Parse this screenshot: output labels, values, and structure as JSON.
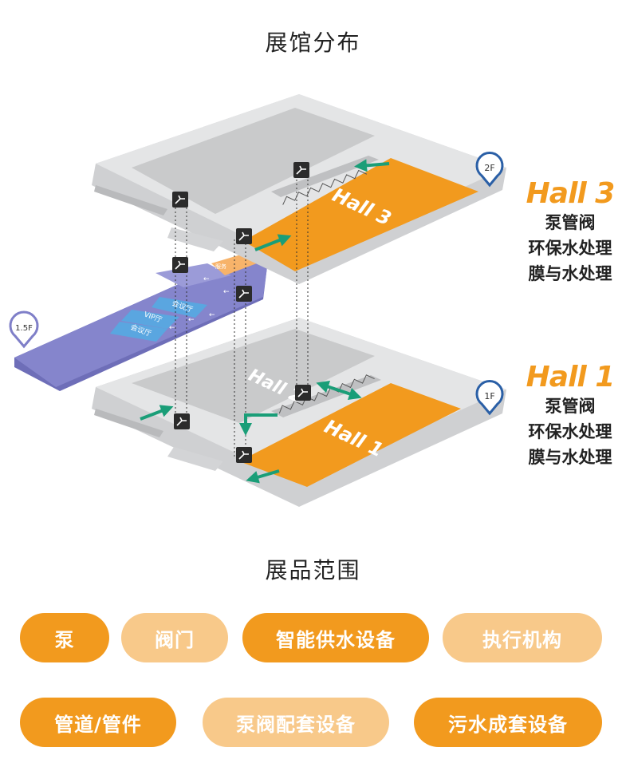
{
  "section1_title": "展馆分布",
  "section2_title": "展品范围",
  "map": {
    "hall3_floor_text": "Hall 3",
    "hall2_floor_text": "Hall 2",
    "hall1_floor_text": "Hall 1",
    "floor_2f": "2F",
    "floor_15f": "1.5F",
    "floor_1f": "1F",
    "room_a": "会议厅",
    "room_b": "VIP厅",
    "room_c": "会议厅",
    "room_small": "服务"
  },
  "hall3": {
    "name": "Hall 3",
    "items": [
      "泵管阀",
      "环保水处理",
      "膜与水处理"
    ]
  },
  "hall1": {
    "name": "Hall 1",
    "items": [
      "泵管阀",
      "环保水处理",
      "膜与水处理"
    ]
  },
  "products": [
    {
      "label": "泵",
      "style": "dark"
    },
    {
      "label": "阀门",
      "style": "light"
    },
    {
      "label": "智能供水设备",
      "style": "dark"
    },
    {
      "label": "执行机构",
      "style": "light"
    },
    {
      "label": "管道/管件",
      "style": "dark"
    },
    {
      "label": "泵阀配套设备",
      "style": "light"
    },
    {
      "label": "污水成套设备",
      "style": "dark"
    }
  ],
  "colors": {
    "orange": "#f29a1e",
    "light_orange": "#f8c98a",
    "purple": "#7f7fc8",
    "teal": "#1a9e78",
    "pin_blue": "#2a5fa6"
  }
}
